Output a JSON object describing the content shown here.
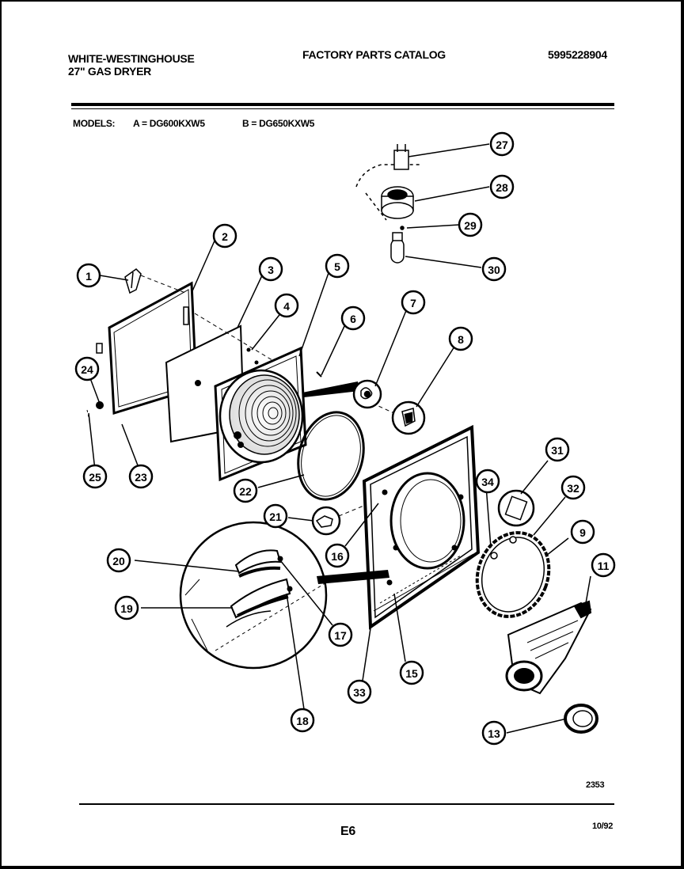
{
  "header": {
    "brand": "WHITE-WESTINGHOUSE",
    "product": "27\" GAS DRYER",
    "catalog_title": "FACTORY PARTS CATALOG",
    "catalog_number": "5995228904",
    "models_label": "MODELS:",
    "model_a": "A = DG600KXW5",
    "model_b": "B = DG650KXW5"
  },
  "callouts": [
    "1",
    "2",
    "3",
    "4",
    "5",
    "6",
    "7",
    "8",
    "9",
    "11",
    "13",
    "15",
    "16",
    "17",
    "18",
    "19",
    "20",
    "21",
    "22",
    "23",
    "24",
    "25",
    "27",
    "28",
    "29",
    "30",
    "31",
    "32",
    "33",
    "34"
  ],
  "footer": {
    "drawing_number": "2353",
    "page_code": "E6",
    "date": "10/92"
  }
}
